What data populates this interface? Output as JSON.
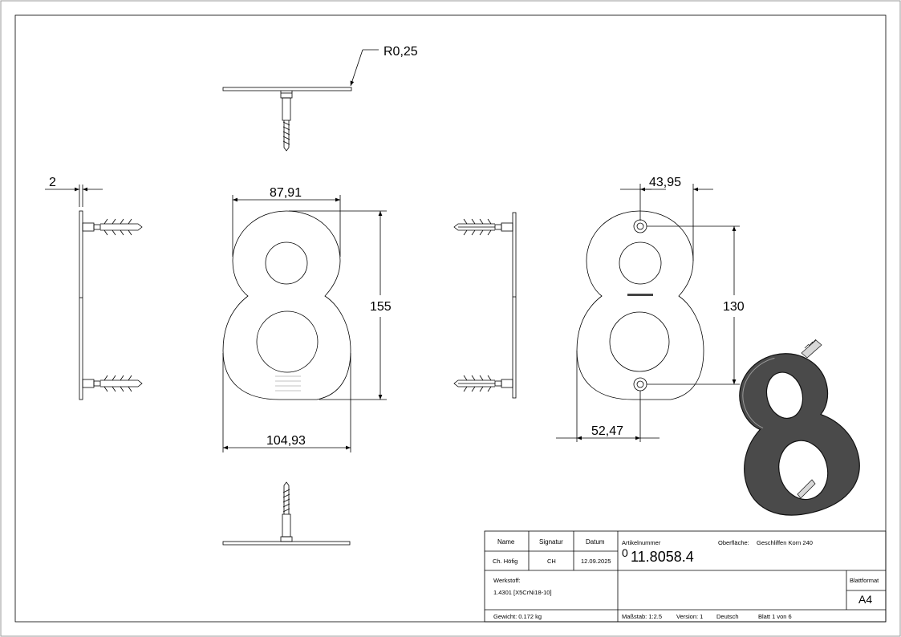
{
  "dimensions": {
    "radius": "R0,25",
    "thickness": "2",
    "width_top": "87,91",
    "width_bottom": "104,93",
    "height": "155",
    "hole_offset": "43,95",
    "hole_spacing": "130",
    "hole_left": "52,47"
  },
  "title_block": {
    "headers": {
      "name": "Name",
      "signature": "Signatur",
      "date": "Datum"
    },
    "values": {
      "name": "Ch. Höfig",
      "signature": "CH",
      "date": "12.09.2025"
    },
    "article_label": "Artikelnummer",
    "article_revision": "0",
    "article_number": "11.8058.4",
    "surface_label": "Oberfläche:",
    "surface_value": "Geschliffen Korn 240",
    "material_label": "Werkstoff:",
    "material_value": "1.4301 [X5CrNi18-10]",
    "format_label": "Blattformat",
    "format_value": "A4",
    "weight": "Gewicht: 0.172 kg",
    "scale": "Maßstab: 1:2.5",
    "version": "Version: 1",
    "language": "Deutsch",
    "sheet": "Blatt 1 von 6"
  }
}
